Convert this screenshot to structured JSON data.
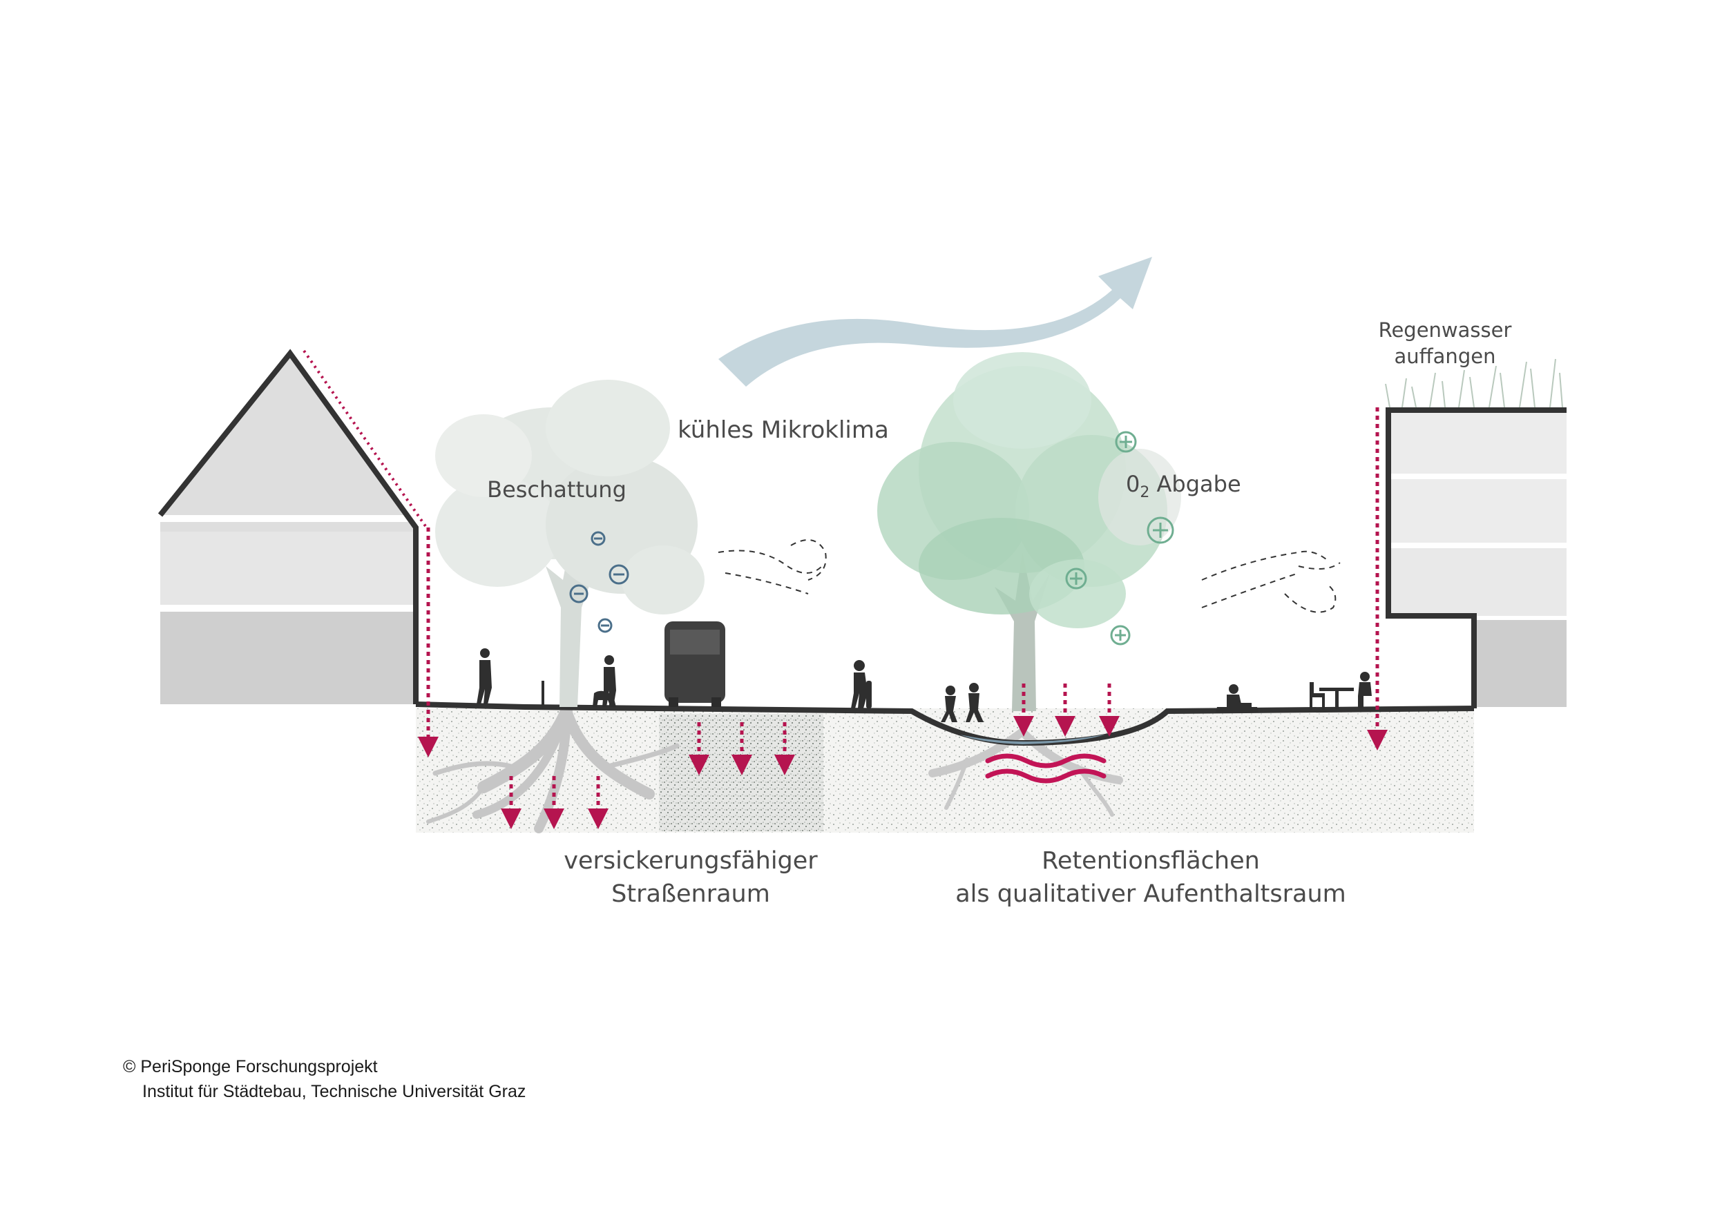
{
  "labels": {
    "shading": "Beschattung",
    "microclimate": "kühles Mikroklima",
    "oxygen_prefix": "0",
    "oxygen_subscript": "2",
    "oxygen_suffix": " Abgabe",
    "rain_line1": "Regenwasser",
    "rain_line2": "auffangen",
    "street_line1": "versickerungsfähiger",
    "street_line2": "Straßenraum",
    "retention_line1": "Retentionsflächen",
    "retention_line2": "als qualitativer Aufenthaltsraum"
  },
  "credit": {
    "line1": "© PeriSponge Forschungsprojekt",
    "line2": "Institut für Städtebau, Technische Universität Graz"
  },
  "colors": {
    "rain_arrow": "#b5144f",
    "air_arrow": "#c5d6dd",
    "ground_line": "#333333",
    "building_fill": "#d0d0d0",
    "tree_left": "#c9d3cc",
    "tree_right": "#8fc4a3",
    "minus_symbol": "#4b6f8a",
    "plus_symbol": "#6fae91",
    "water": "#8fb1c7"
  },
  "icons": [
    "minus-symbol-icon",
    "plus-symbol-icon",
    "rain-arrow-icon",
    "air-flow-arrow-icon",
    "wind-swirl-icon"
  ]
}
